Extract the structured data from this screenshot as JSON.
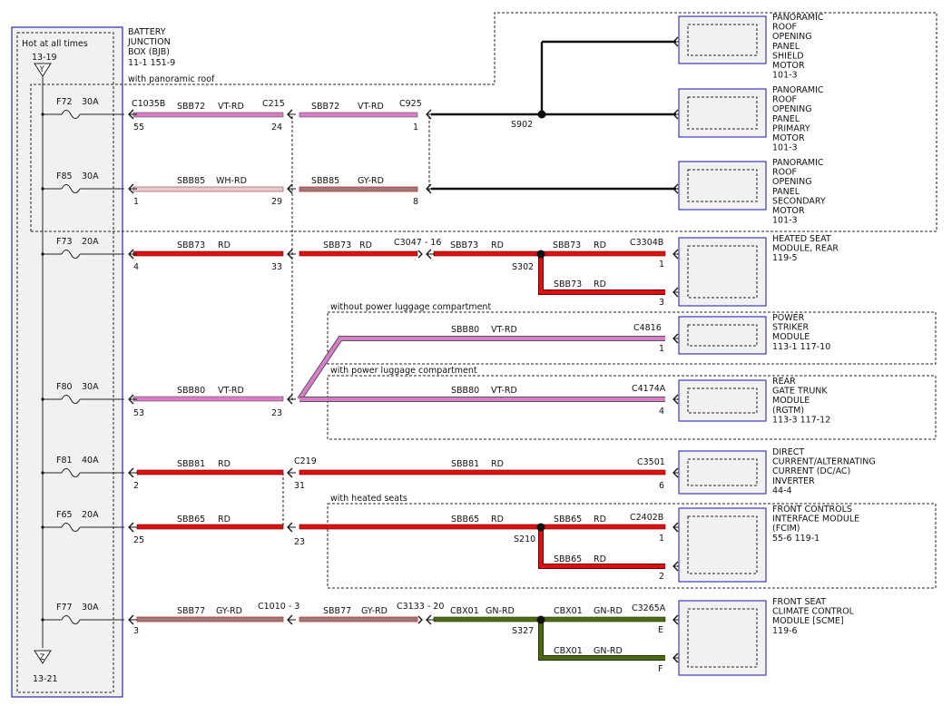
{
  "bjb": {
    "title": "BATTERY JUNCTION BOX (BJB)",
    "title_lines": [
      "BATTERY",
      "JUNCTION",
      "BOX (BJB)"
    ],
    "ref": "11-1    151-9",
    "hot_label": "Hot at all times",
    "top_ref": "13-19",
    "top_node": "Y",
    "bottom_ref": "13-21",
    "bottom_node": "Z"
  },
  "region_labels": {
    "panoramic": "with panoramic roof",
    "no_power_luggage": "without power luggage compartment",
    "power_luggage": "with power luggage compartment",
    "heated_seats": "with heated seats"
  },
  "fuses": [
    {
      "id": "F72",
      "amps": "30A"
    },
    {
      "id": "F85",
      "amps": "30A"
    },
    {
      "id": "F73",
      "amps": "20A"
    },
    {
      "id": "F80",
      "amps": "30A"
    },
    {
      "id": "F81",
      "amps": "40A"
    },
    {
      "id": "F65",
      "amps": "20A"
    },
    {
      "id": "F77",
      "amps": "30A"
    }
  ],
  "wires": {
    "r1a": {
      "circuit": "SBB72",
      "color": "VT-RD"
    },
    "r1b": {
      "circuit": "SBB72",
      "color": "VT-RD"
    },
    "r2a": {
      "circuit": "SBB85",
      "color": "WH-RD"
    },
    "r2b": {
      "circuit": "SBB85",
      "color": "GY-RD"
    },
    "r3a": {
      "circuit": "SBB73",
      "color": "RD"
    },
    "r3b": {
      "circuit": "SBB73",
      "color": "RD"
    },
    "r3c": {
      "circuit": "SBB73",
      "color": "RD"
    },
    "r3d": {
      "circuit": "SBB73",
      "color": "RD"
    },
    "r3e": {
      "circuit": "SBB73",
      "color": "RD"
    },
    "r4a": {
      "circuit": "SBB80",
      "color": "VT-RD"
    },
    "r4b": {
      "circuit": "SBB80",
      "color": "VT-RD"
    },
    "r4c": {
      "circuit": "SBB80",
      "color": "VT-RD"
    },
    "r5a": {
      "circuit": "SBB81",
      "color": "RD"
    },
    "r5b": {
      "circuit": "SBB81",
      "color": "RD"
    },
    "r6a": {
      "circuit": "SBB65",
      "color": "RD"
    },
    "r6b": {
      "circuit": "SBB65",
      "color": "RD"
    },
    "r6c": {
      "circuit": "SBB65",
      "color": "RD"
    },
    "r6d": {
      "circuit": "SBB65",
      "color": "RD"
    },
    "r7a": {
      "circuit": "SBB77",
      "color": "GY-RD"
    },
    "r7b": {
      "circuit": "SBB77",
      "color": "GY-RD"
    },
    "r7c": {
      "circuit": "CBX01",
      "color": "GN-RD"
    },
    "r7d": {
      "circuit": "CBX01",
      "color": "GN-RD"
    },
    "r7e": {
      "circuit": "CBX01",
      "color": "GN-RD"
    }
  },
  "connectors": {
    "c1035b": "C1035B",
    "c215": "C215",
    "c925": "C925",
    "c3047": "C3047 - 16",
    "c3304b": "C3304B",
    "c4816": "C4816",
    "c4174a": "C4174A",
    "c219": "C219",
    "c3501": "C3501",
    "c2402b": "C2402B",
    "c1010": "C1010 - 3",
    "c3133": "C3133 - 20",
    "c3265a": "C3265A"
  },
  "pins": {
    "p55": "55",
    "p24": "24",
    "p1a": "1",
    "p1b": "1",
    "p29": "29",
    "p8": "8",
    "p4": "4",
    "p33": "33",
    "p1c": "1",
    "p3a": "3",
    "p1d": "1",
    "p53": "53",
    "p23a": "23",
    "p4b": "4",
    "p2": "2",
    "p31": "31",
    "p6": "6",
    "p25": "25",
    "p23b": "23",
    "p1e": "1",
    "p2b": "2",
    "p3b": "3",
    "pE": "E",
    "pF": "F"
  },
  "splices": {
    "s902": "S902",
    "s302": "S302",
    "s210": "S210",
    "s327": "S327"
  },
  "components": [
    {
      "lines": [
        "PANORAMIC",
        "ROOF",
        "OPENING",
        "PANEL",
        "SHIELD",
        "MOTOR",
        "101-3"
      ]
    },
    {
      "lines": [
        "PANORAMIC",
        "ROOF",
        "OPENING",
        "PANEL",
        "PRIMARY",
        "MOTOR",
        "101-3"
      ]
    },
    {
      "lines": [
        "PANORAMIC",
        "ROOF",
        "OPENING",
        "PANEL",
        "SECONDARY",
        "MOTOR",
        "101-3"
      ]
    },
    {
      "lines": [
        "HEATED SEAT",
        "MODULE, REAR",
        "119-5"
      ]
    },
    {
      "lines": [
        "POWER",
        "STRIKER",
        "MODULE",
        "113-1   117-10"
      ]
    },
    {
      "lines": [
        "REAR",
        "GATE TRUNK",
        "MODULE",
        "(RGTM)",
        "113-3   117-12"
      ]
    },
    {
      "lines": [
        "DIRECT",
        "CURRENT/ALTERNATING",
        "CURRENT (DC/AC)",
        "INVERTER",
        "44-4"
      ]
    },
    {
      "lines": [
        "FRONT CONTROLS",
        "INTERFACE MODULE",
        "(FCIM)",
        "55-6   119-1"
      ]
    },
    {
      "lines": [
        "FRONT SEAT",
        "CLIMATE CONTROL",
        "MODULE [SCME]",
        "119-6"
      ]
    }
  ],
  "colors": {
    "vt_rd": "#d97cc9",
    "wh_rd": "#e8c0c0",
    "gy_rd": "#9a7a7a",
    "rd": "#e01010",
    "gn_rd": "#4a6b12",
    "black": "#111111",
    "bjb_fill": "#f1f1f1",
    "frame": "#2b2bb0"
  }
}
